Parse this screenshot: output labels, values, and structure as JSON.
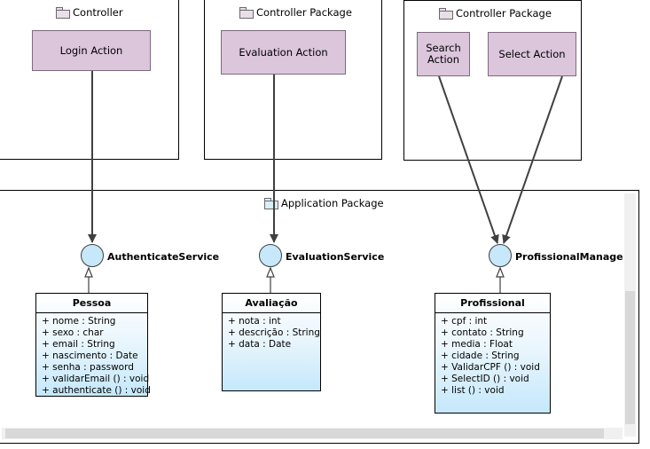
{
  "packages": {
    "controller_left": {
      "label": "Controller"
    },
    "controller_mid": {
      "label": "Controller Package"
    },
    "controller_right": {
      "label": "Controller Package"
    },
    "application": {
      "label": "Application Package"
    }
  },
  "actions": {
    "login": "Login Action",
    "evaluation": "Evaluation Action",
    "search_line1": "Search",
    "search_line2": "Action",
    "select": "Select Action"
  },
  "interfaces": {
    "authenticate": "AuthenticateService",
    "evaluation": "EvaluationService",
    "profissional": "ProfissionalManageSer"
  },
  "classes": {
    "pessoa": {
      "name": "Pessoa",
      "members": [
        "+ nome : String",
        "+ sexo : char",
        "+ email : String",
        "+ nascimento : Date",
        "+ senha : password",
        "+ validarEmail () : void",
        "+ authenticate () : void"
      ]
    },
    "avaliacao": {
      "name": "Avaliação",
      "members": [
        "+ nota : int",
        "+ descrição : String",
        "+ data : Date"
      ]
    },
    "profissional": {
      "name": "Profissional",
      "members": [
        "+ cpf : int",
        "+ contato : String",
        "+ media : Float",
        "+ cidade : String",
        "+ ValidarCPF () : void",
        "+ SelectID () : void",
        "+ list () : void"
      ]
    }
  },
  "colors": {
    "action_fill": "#dcc6dc",
    "interface_fill": "#c6e8fa",
    "class_gradient_end": "#c5e8fb"
  }
}
